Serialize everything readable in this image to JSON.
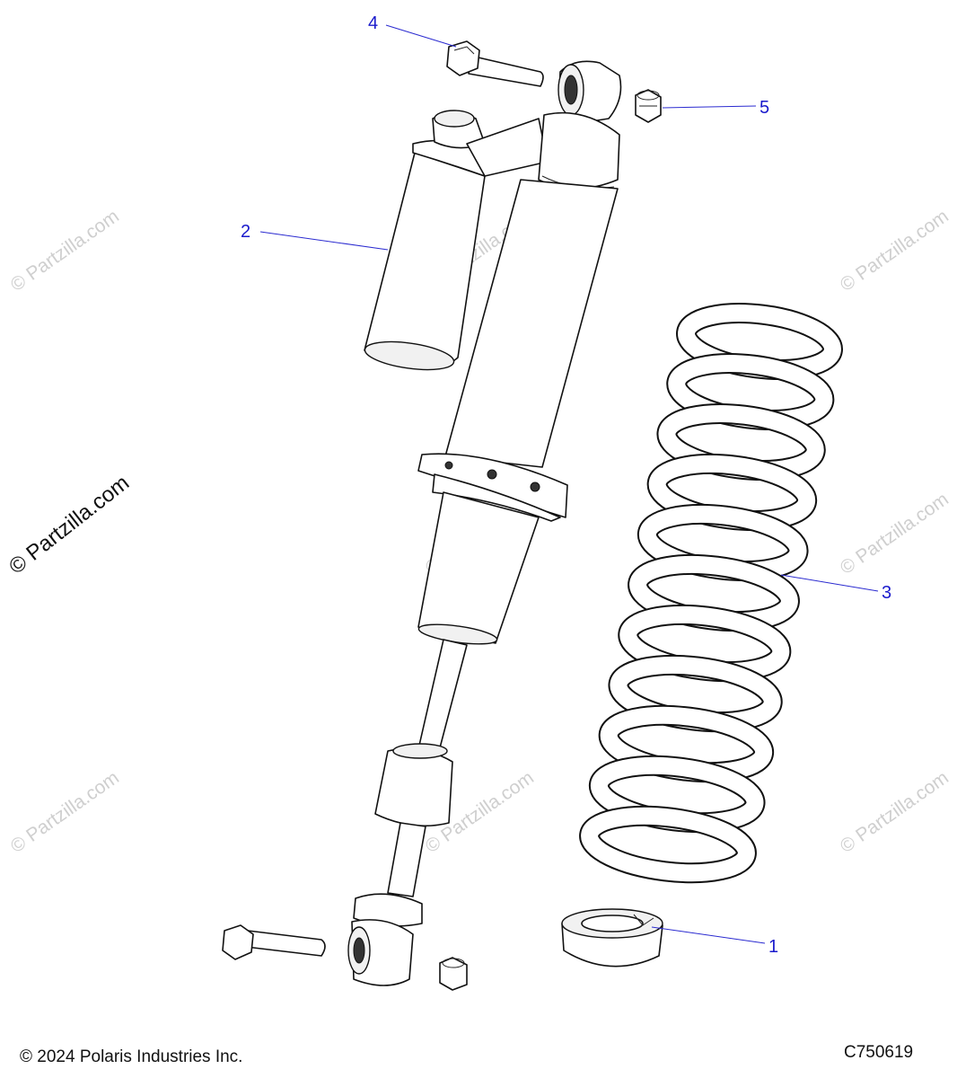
{
  "callouts": {
    "c1": "1",
    "c2": "2",
    "c3": "3",
    "c4": "4",
    "c5": "5"
  },
  "watermark": {
    "main": "© Partzilla.com",
    "faint": "© Partzilla.com"
  },
  "footer": {
    "copyright": "© 2024 Polaris Industries Inc.",
    "diagram_code": "C750619"
  }
}
